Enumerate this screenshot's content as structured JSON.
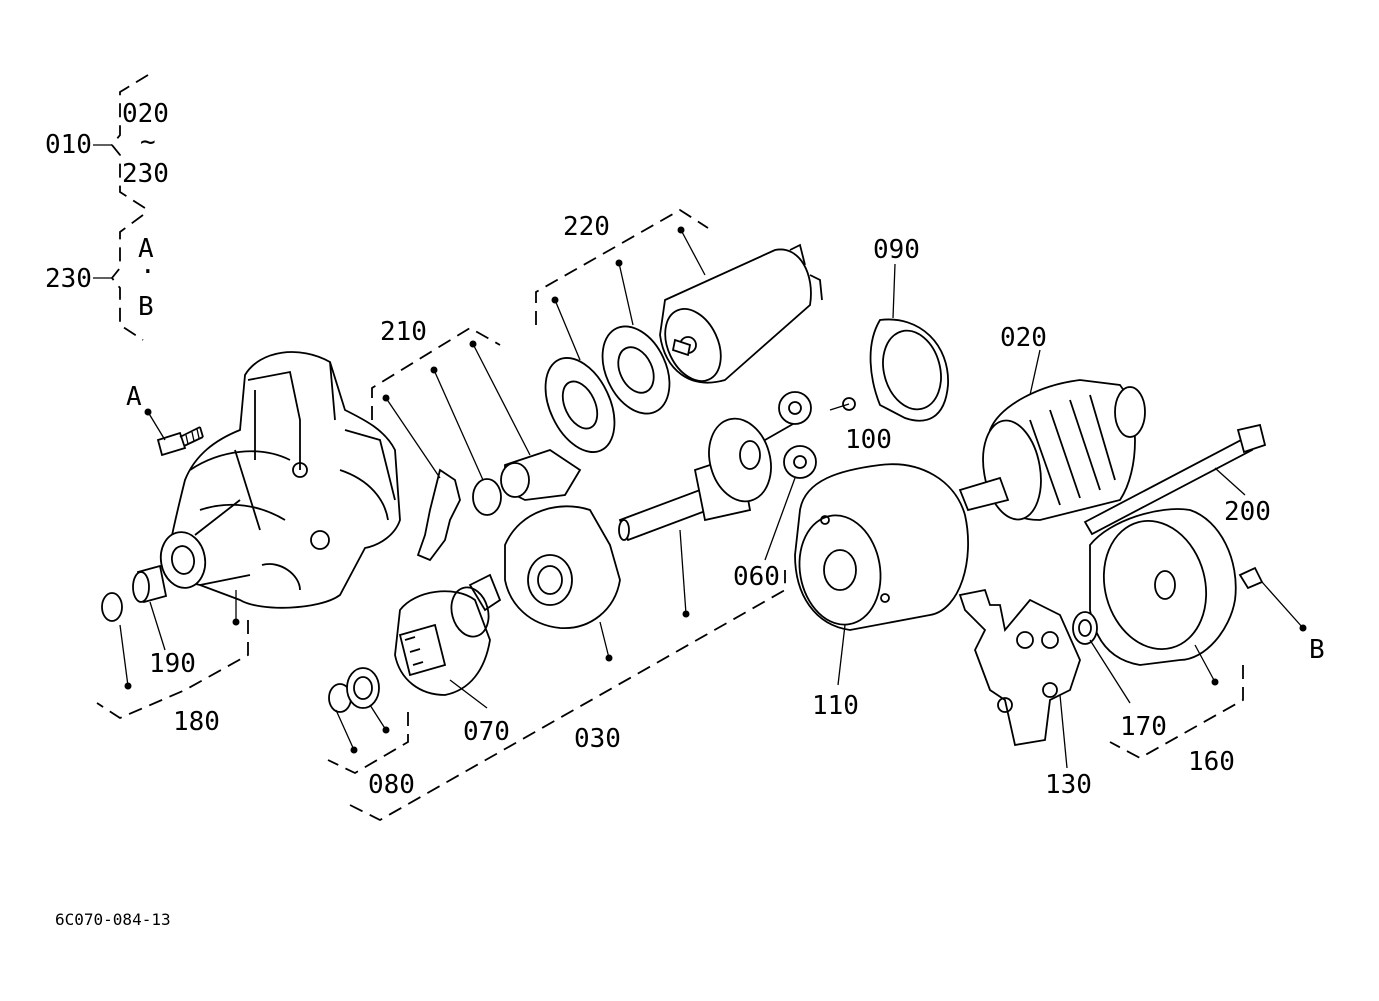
{
  "legend": {
    "assembly_number": "010",
    "range_start": "020",
    "range_tilde": "~",
    "range_end": "230",
    "sub_number": "230",
    "sub_a": "A",
    "sub_dot": "·",
    "sub_b": "B"
  },
  "callouts": {
    "p020": "020",
    "p030": "030",
    "p060": "060",
    "p070": "070",
    "p080": "080",
    "p090": "090",
    "p100": "100",
    "p110": "110",
    "p130": "130",
    "p160": "160",
    "p170": "170",
    "p180": "180",
    "p190": "190",
    "p200": "200",
    "p210": "210",
    "p220": "220",
    "ref_a": "A",
    "ref_b": "B"
  },
  "footer": {
    "drawing_code": "6C070-084-13"
  }
}
